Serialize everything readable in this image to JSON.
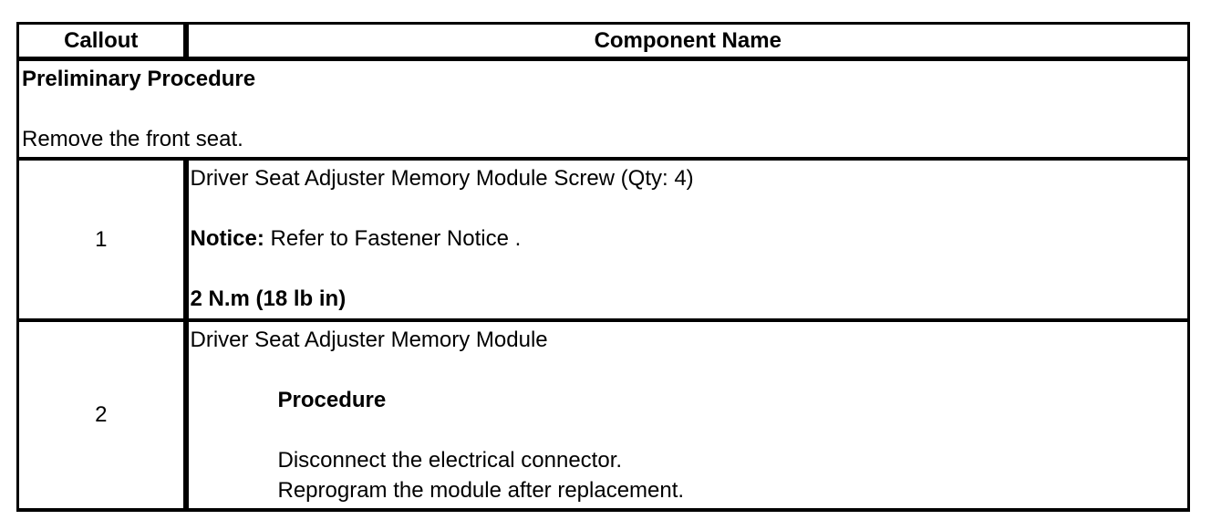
{
  "colors": {
    "background": "#ffffff",
    "text": "#000000",
    "border": "#000000"
  },
  "table": {
    "columns": [
      {
        "label": "Callout"
      },
      {
        "label": "Component Name"
      }
    ],
    "preliminary": {
      "title": "Preliminary Procedure",
      "instruction": "Remove the front seat."
    },
    "rows": [
      {
        "callout": "1",
        "component": "Driver Seat Adjuster Memory Module Screw (Qty: 4)",
        "notice_label": "Notice:",
        "notice_text": "Refer to Fastener Notice .",
        "torque": "2 N.m (18 lb in)"
      },
      {
        "callout": "2",
        "component": "Driver Seat Adjuster Memory Module",
        "procedure_label": "Procedure",
        "procedure_steps": [
          "Disconnect the electrical connector.",
          "Reprogram the module after replacement."
        ]
      }
    ]
  }
}
